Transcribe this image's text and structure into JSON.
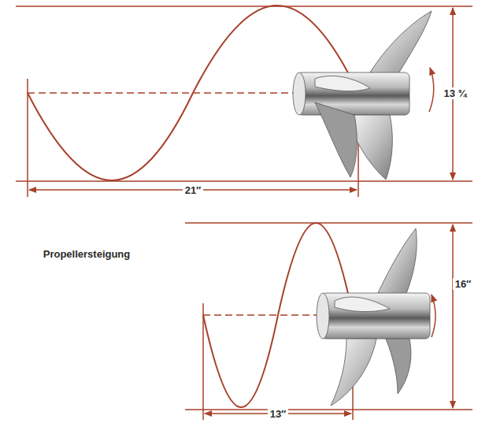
{
  "diagram": {
    "labels": [
      "13 ¾",
      "21″",
      "Propellersteigung",
      "16″",
      "13″"
    ]
  }
}
